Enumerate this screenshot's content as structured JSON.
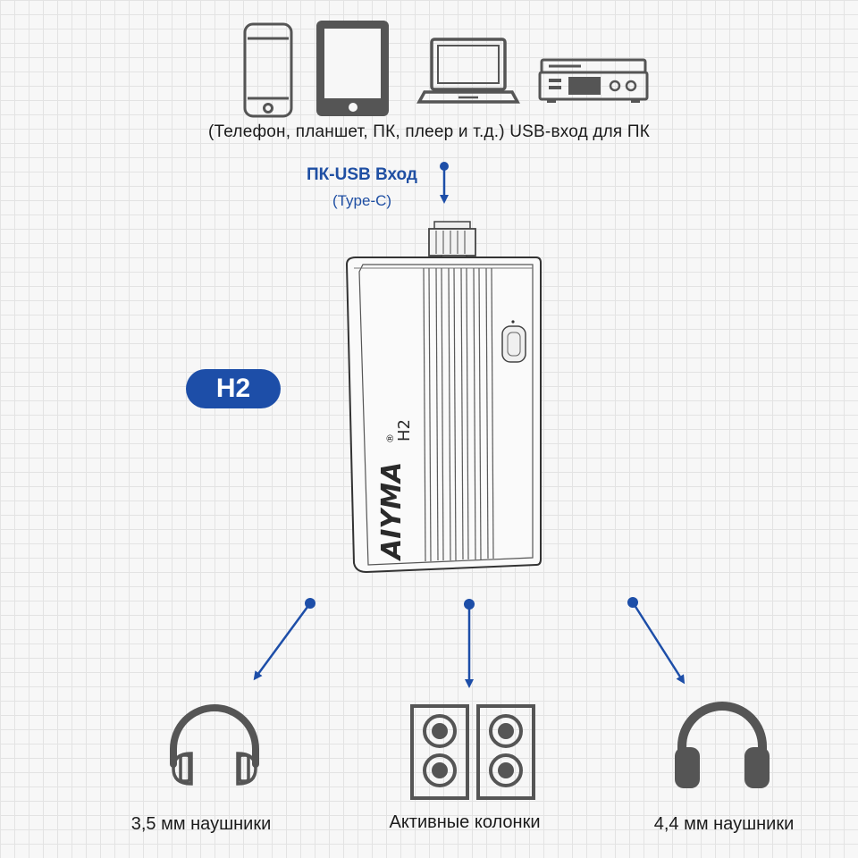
{
  "sources": {
    "items": [
      {
        "icon": "smartphone-icon"
      },
      {
        "icon": "tablet-icon"
      },
      {
        "icon": "laptop-icon"
      },
      {
        "icon": "audio-player-icon"
      }
    ],
    "caption": "(Телефон, планшет, ПК, плеер и т.д.) USB-вход для ПК"
  },
  "input": {
    "label": "ПК-USB Вход",
    "sublabel": "(Type-C)"
  },
  "model_badge": "H2",
  "device": {
    "brand": "AIYMA",
    "registered": "®",
    "model": "H2"
  },
  "outputs": [
    {
      "label": "3,5 мм наушники",
      "icon": "headphones-icon"
    },
    {
      "label": "Активные колонки",
      "icon": "speakers-icon"
    },
    {
      "label": "4,4 мм наушники",
      "icon": "headphones-icon"
    }
  ],
  "colors": {
    "accent": "#1d4ea8",
    "icon_gray": "#555555",
    "text": "#1b1b1b"
  }
}
